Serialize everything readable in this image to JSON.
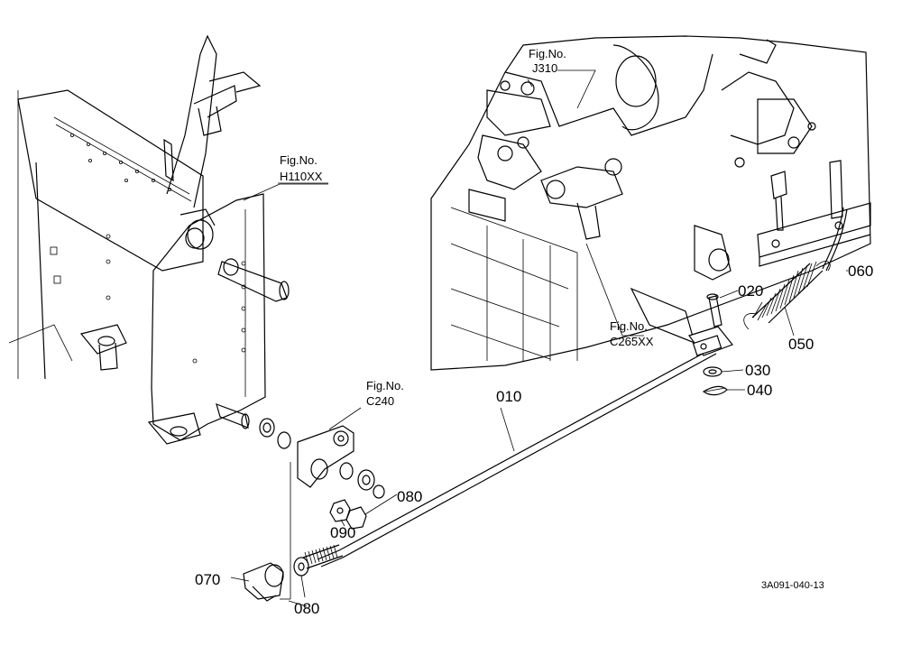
{
  "figure_refs": {
    "j310": {
      "title": "Fig.No.",
      "code": "J310"
    },
    "h110xx": {
      "title": "Fig.No.",
      "code": "H110XX"
    },
    "c265xx": {
      "title": "Fig.No.",
      "code": "C265XX"
    },
    "c240": {
      "title": "Fig.No.",
      "code": "C240"
    }
  },
  "parts": {
    "p010": "010",
    "p020": "020",
    "p030": "030",
    "p040": "040",
    "p050": "050",
    "p060": "060",
    "p070": "070",
    "p080a": "080",
    "p080b": "080",
    "p090": "090"
  },
  "drawing_code": "3A091-040-13"
}
